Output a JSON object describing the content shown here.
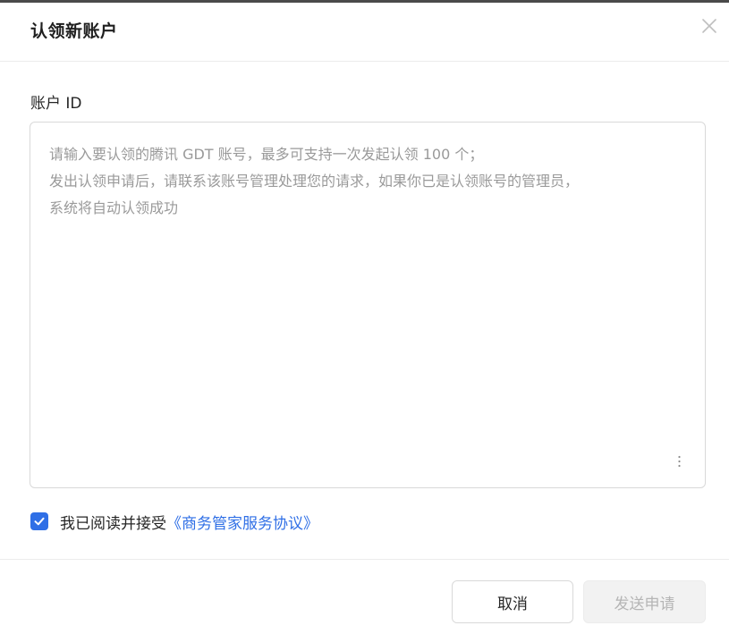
{
  "dialog": {
    "title": "认领新账户",
    "close_icon": "close-icon"
  },
  "form": {
    "account_id_label": "账户 ID",
    "account_id_value": "",
    "account_id_placeholder": "请输入要认领的腾讯 GDT 账号，最多可支持一次发起认领 100 个；\n发出认领申请后，请联系该账号管理处理您的请求，如果你已是认领账号的管理员，\n系统将自动认领成功"
  },
  "agreement": {
    "checked": true,
    "text": "我已阅读并接受",
    "link_text": "《商务管家服务协议》",
    "checkbox_icon": "check-icon"
  },
  "footer": {
    "cancel_label": "取消",
    "submit_label": "发送申请"
  },
  "colors": {
    "accent": "#2f6fe6",
    "disabled_text": "#b5b5b5",
    "disabled_bg": "#f2f2f2",
    "placeholder": "#9a9a9a"
  }
}
